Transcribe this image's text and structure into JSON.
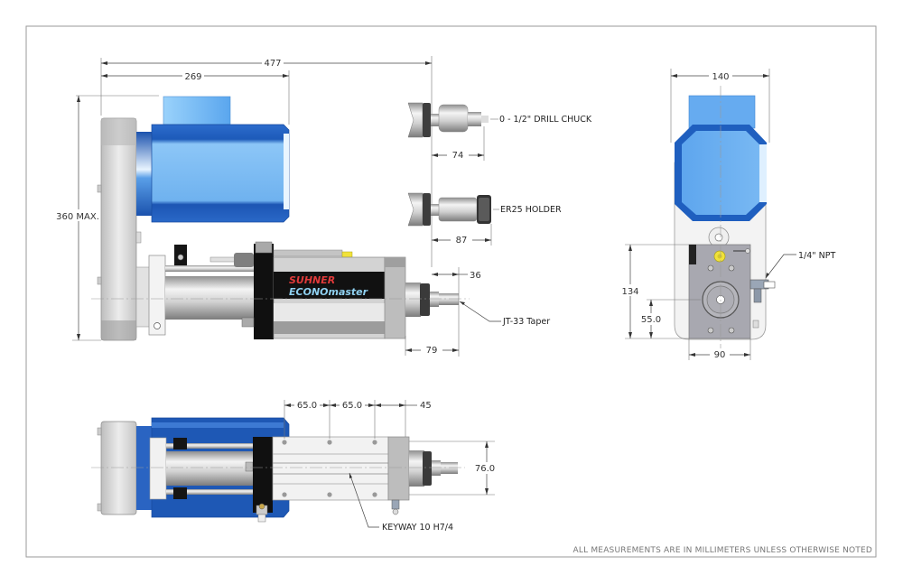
{
  "title": "SUHNER ECONOmaster dimensional drawing",
  "colors": {
    "motor_blue": "#1f5fbf",
    "motor_light": "#7fbef5",
    "frame": "#9a9a9a",
    "aluminum": "#d8d8d8",
    "black_part": "#111111",
    "accent_yellow": "#f1e23a",
    "brand_red": "#e03a3a",
    "brand_cyan": "#8fd0f0"
  },
  "branding": {
    "brand": "SUHNER",
    "product": "ECONOmaster"
  },
  "side_view": {
    "dims": {
      "overall_length": "477",
      "motor_length": "269",
      "height": "360 MAX.",
      "chuck_length": "74",
      "er25_length": "87",
      "spindle_nose": "36",
      "quill_length": "79"
    },
    "labels": {
      "drill_chuck": "0 - 1/2\" DRILL CHUCK",
      "er25": "ER25 HOLDER",
      "taper": "JT-33 Taper"
    }
  },
  "end_view": {
    "dims": {
      "width": "140",
      "height": "134",
      "center_height": "55.0",
      "flange_width": "90"
    },
    "labels": {
      "npt": "1/4\" NPT"
    }
  },
  "bottom_view": {
    "dims": {
      "hole_pitch_1": "65.0",
      "hole_pitch_2": "65.0",
      "end_offset": "45",
      "rail_width": "76.0"
    },
    "labels": {
      "keyway": "KEYWAY 10 H7/4"
    }
  },
  "footer_note": "ALL MEASUREMENTS ARE IN MILLIMETERS UNLESS OTHERWISE NOTED"
}
